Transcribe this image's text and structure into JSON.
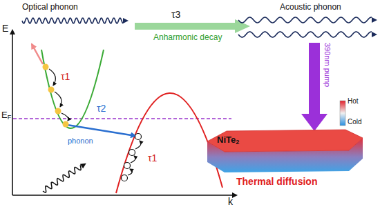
{
  "diagram": {
    "labels": [
      "Optical phonon",
      "τ3",
      "Anharmonic decay",
      "Acoustic phonon",
      "E",
      "τ1",
      "τ2",
      "EF",
      "phonon",
      "τ1",
      "390nm pump",
      "NiTe2",
      "Hot",
      "Cold",
      "Thermal diffusion",
      "k"
    ]
  }
}
